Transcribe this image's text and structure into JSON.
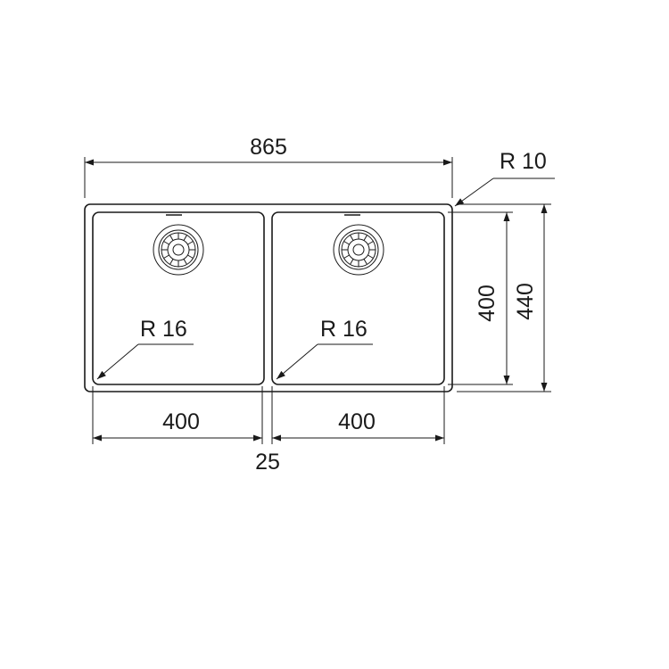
{
  "diagram": {
    "dimensions": {
      "overall_width": "865",
      "corner_radius_outer": "R 10",
      "bowl_left_width": "400",
      "bowl_right_width": "400",
      "divider_width": "25",
      "bowl_depth": "400",
      "overall_depth": "440",
      "bowl_left_radius": "R 16",
      "bowl_right_radius": "R 16"
    },
    "parts": [
      "outer-rim",
      "left-bowl",
      "right-bowl",
      "left-drain",
      "right-drain"
    ],
    "colors": {
      "line": "#1a1a1a",
      "background": "#ffffff"
    }
  }
}
